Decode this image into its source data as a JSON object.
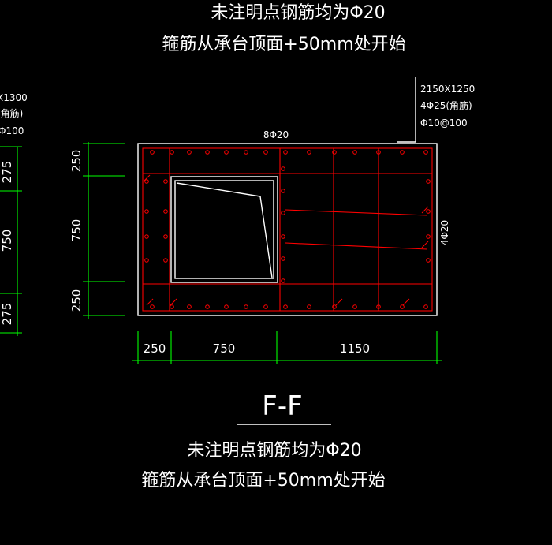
{
  "top_note": {
    "line1": "未注明点钢筋均为Φ20",
    "line2": "箍筋从承台顶面+50mm处开始"
  },
  "spec_block": {
    "line1": "2150X1250",
    "line2": "4Φ25(角筋)",
    "line3": "Φ10@100"
  },
  "left_partial": {
    "line1": "X1300",
    "line2": "(角筋)",
    "line3": "Φ100",
    "dims": [
      "275",
      "750",
      "275"
    ]
  },
  "labels": {
    "top_rebar": "8Φ20",
    "side_rebar": "4Φ20"
  },
  "vertical_dims": [
    "250",
    "750",
    "250"
  ],
  "horizontal_dims": [
    "250",
    "750",
    "1150"
  ],
  "section": {
    "title": "F-F"
  },
  "bottom_note": {
    "line1": "未注明点钢筋均为Φ20",
    "line2": "箍筋从承台顶面+50mm处开始"
  },
  "colors": {
    "background": "#000000",
    "outline": "#ffffff",
    "dimension": "#00ff00",
    "rebar": "#ff0000"
  }
}
